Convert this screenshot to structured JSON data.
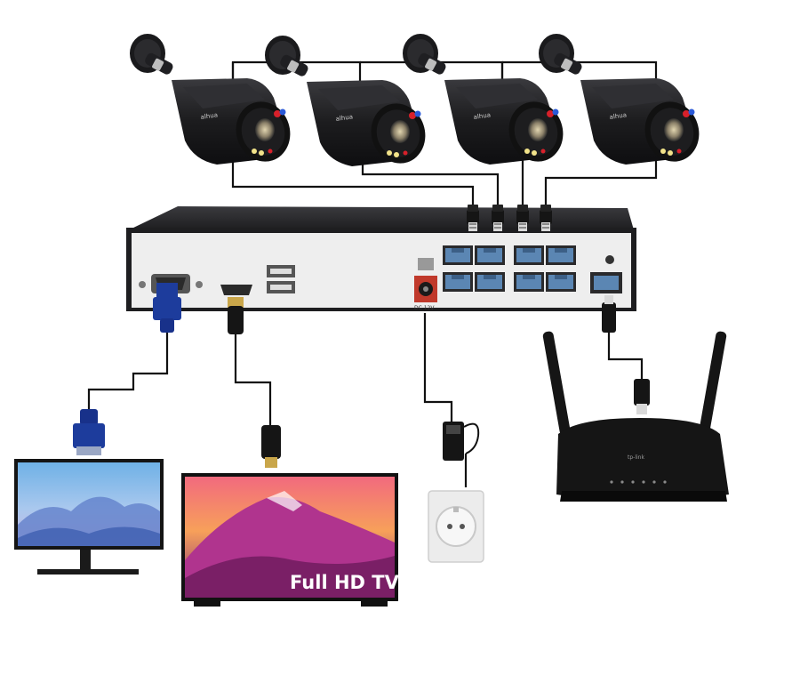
{
  "cameras": [
    {
      "brand": "alhua",
      "id": "camera-1"
    },
    {
      "brand": "alhua",
      "id": "camera-2"
    },
    {
      "brand": "alhua",
      "id": "camera-3"
    },
    {
      "brand": "alhua",
      "id": "camera-4"
    }
  ],
  "nvr": {
    "dc_label": "DC 12V"
  },
  "tv": {
    "label": "Full HD TV"
  },
  "router": {
    "brand": "tp-link"
  },
  "colors": {
    "camera_body": "#1c1c1e",
    "nvr_panel": "#eeeeee",
    "nvr_frame": "#1e1e20",
    "poe_port": "#5b86b3",
    "vga_blue": "#1d3c9c",
    "cable": "#111111",
    "router": "#151515",
    "outlet": "#ececec"
  }
}
